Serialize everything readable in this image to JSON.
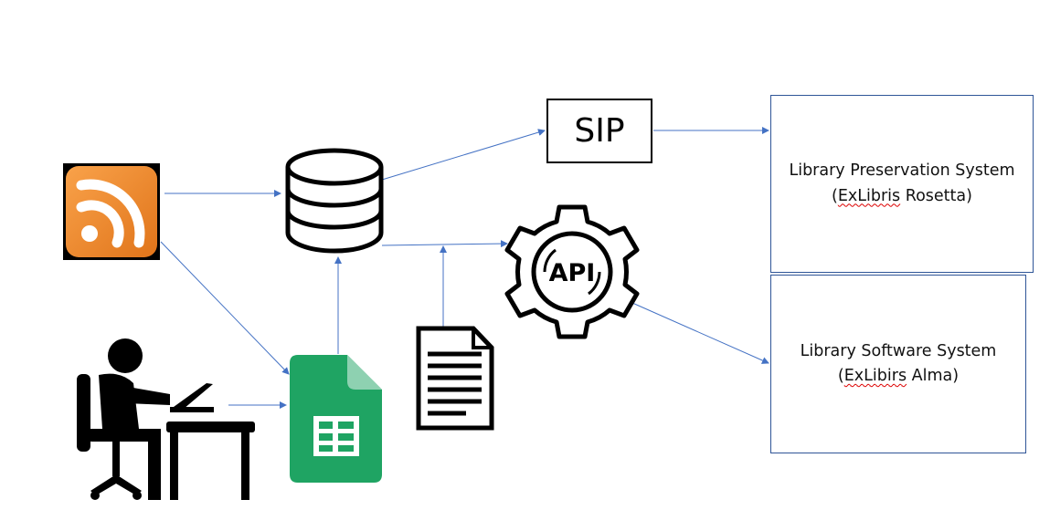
{
  "sip": {
    "label": "SIP"
  },
  "api": {
    "label": "API"
  },
  "preservation": {
    "line1": "Library Preservation System",
    "line2_open": "(",
    "line2_vendor": "ExLibris",
    "line2_rest": " Rosetta)"
  },
  "software": {
    "line1": "Library Software System",
    "line2_open": "(",
    "line2_vendor": "ExLibirs",
    "line2_rest": " Alma)"
  },
  "colors": {
    "arrow": "#4472C4",
    "box_border": "#2F5597",
    "rss_orange": "#F08A2B",
    "sheets_green": "#1FA463",
    "sheets_fold": "#8ED1B1",
    "icon_black": "#000000"
  },
  "icons": [
    "rss-feed-icon",
    "database-icon",
    "spreadsheet-icon",
    "document-icon",
    "api-gear-icon",
    "person-at-laptop-icon"
  ]
}
